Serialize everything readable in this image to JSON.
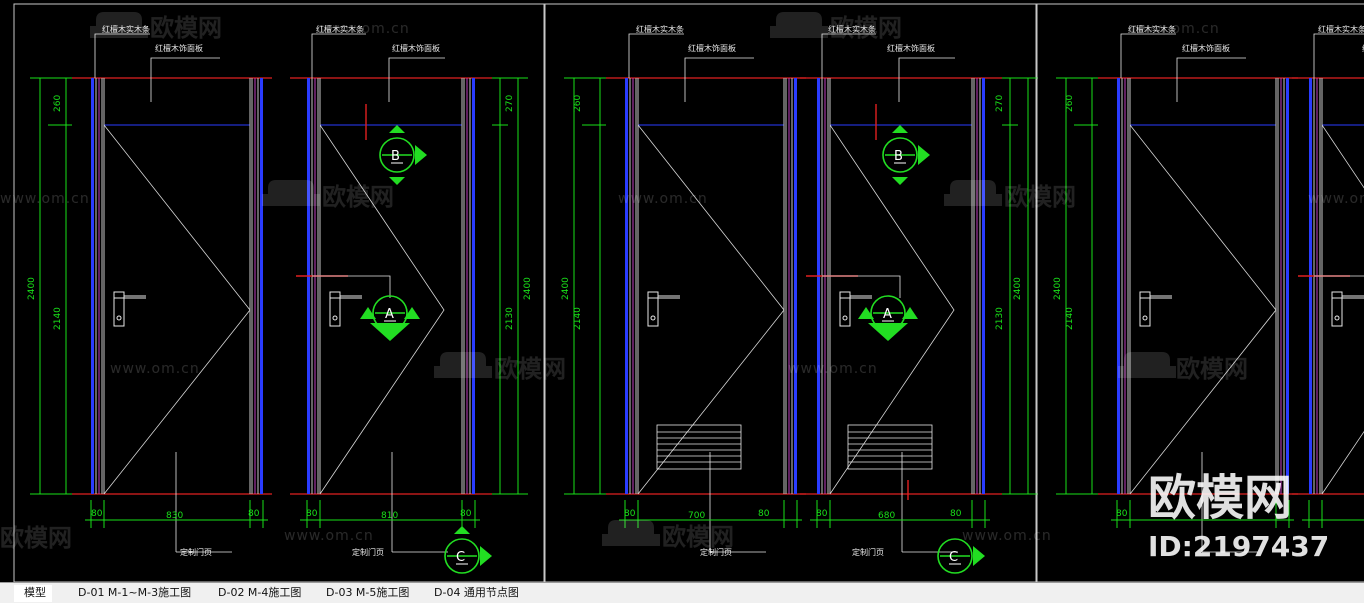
{
  "drawing": {
    "label_stile": "红檀木实木条",
    "label_panel": "红檀木饰面板",
    "label_door_leaf": "定制门页",
    "tag_a": "A",
    "tag_b": "B",
    "tag_c": "C",
    "dim_260": "260",
    "dim_270": "270",
    "dim_2400": "2400",
    "dim_2140": "2140",
    "dim_2130": "2130",
    "dim_80": "80",
    "dim_830": "830",
    "dim_810": "810",
    "dim_700": "700",
    "dim_680": "680"
  },
  "watermark": {
    "brand": "欧模网",
    "url": "www.om.cn",
    "id_text": "ID:2197437"
  },
  "tabs": [
    {
      "label": "模型",
      "active": true
    },
    {
      "label": "D-01 M-1~M-3施工图",
      "active": false
    },
    {
      "label": "D-02 M-4施工图",
      "active": false
    },
    {
      "label": "D-03 M-5施工图",
      "active": false
    },
    {
      "label": "D-04 通用节点图",
      "active": false
    }
  ],
  "colors": {
    "background": "#000000",
    "dimension": "#19e019",
    "section_line": "#e02020",
    "blue_line": "#2a3cff",
    "magenta_line": "#c040c0",
    "tag_green": "#22dd22"
  }
}
